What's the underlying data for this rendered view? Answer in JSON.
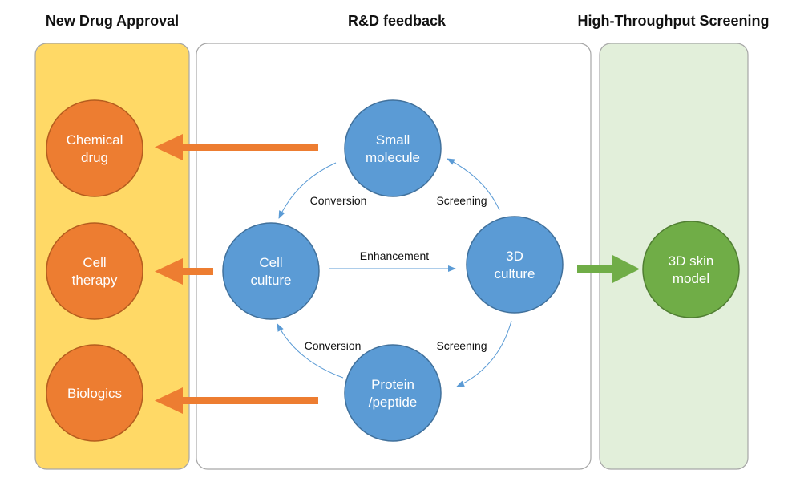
{
  "headings": {
    "left": "New Drug Approval",
    "center": "R&D feedback",
    "right": "High-Throughput Screening"
  },
  "nodes": {
    "chemical_drug": [
      "Chemical",
      "drug"
    ],
    "cell_therapy": [
      "Cell",
      "therapy"
    ],
    "biologics": [
      "Biologics"
    ],
    "small_molecule": [
      "Small",
      "molecule"
    ],
    "cell_culture": [
      "Cell",
      "culture"
    ],
    "culture_3d": [
      "3D",
      "culture"
    ],
    "protein_peptide": [
      "Protein",
      "/peptide"
    ],
    "skin_model_3d": [
      "3D skin",
      "model"
    ]
  },
  "edge_labels": {
    "conversion_top": "Conversion",
    "screening_top": "Screening",
    "enhancement": "Enhancement",
    "conversion_bottom": "Conversion",
    "screening_bottom": "Screening"
  },
  "colors": {
    "approval_panel": "#FFD966",
    "screening_panel": "#E2EFDA",
    "orange_node": "#ED7D31",
    "blue_node": "#5B9BD5",
    "green_node": "#70AD47",
    "orange_arrow": "#ED7D31",
    "green_arrow": "#70AD47",
    "thin_arrow": "#5B9BD5"
  }
}
